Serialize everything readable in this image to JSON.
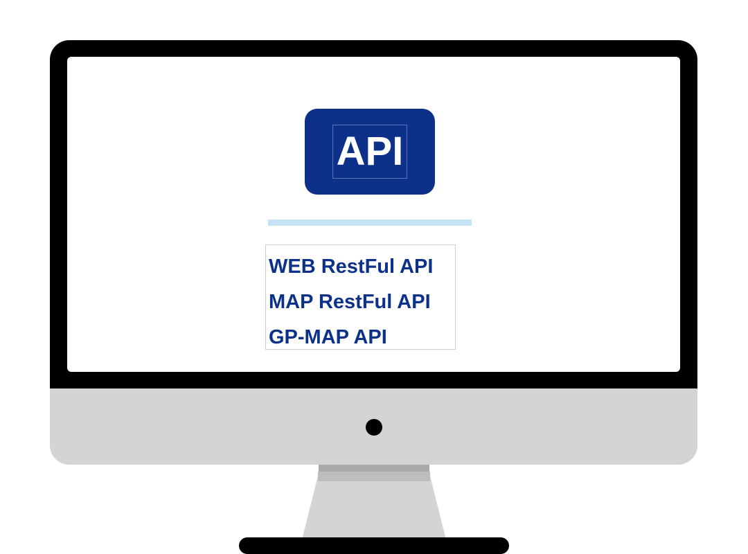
{
  "badge": {
    "label": "API"
  },
  "links": [
    {
      "label": "WEB RestFul API"
    },
    {
      "label": "MAP RestFul API"
    },
    {
      "label": "GP-MAP API"
    }
  ],
  "colors": {
    "badge_background": "#0d3189",
    "link_text": "#0d3189",
    "divider": "#c6e3f5",
    "bezel": "#000000",
    "chin": "#d4d4d4"
  },
  "icons": {
    "camera": "camera-dot-icon"
  }
}
